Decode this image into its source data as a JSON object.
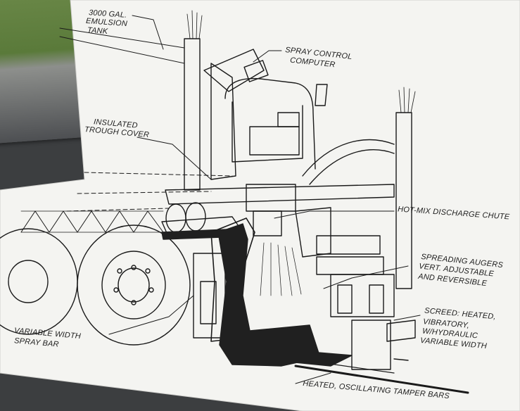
{
  "labels": {
    "emulsion_tank_1": "3000 GAL.",
    "emulsion_tank_2": "EMULSION",
    "emulsion_tank_3": "TANK",
    "spray_computer_1": "SPRAY CONTROL",
    "spray_computer_2": "COMPUTER",
    "trough_cover_1": "INSULATED",
    "trough_cover_2": "TROUGH COVER",
    "discharge_chute": "HOT-MIX DISCHARGE CHUTE",
    "augers_1": "SPREADING AUGERS",
    "augers_2": "VERT. ADJUSTABLE",
    "augers_3": "AND REVERSIBLE",
    "screed_1": "SCREED: HEATED,",
    "screed_2": "VIBRATORY,",
    "screed_3": "W/HYDRAULIC",
    "screed_4": "VARIABLE WIDTH",
    "spray_bar_1": "VARIABLE WIDTH",
    "spray_bar_2": "SPRAY BAR",
    "tamper_bars": "HEATED, OSCILLATING TAMPER BARS"
  },
  "colors": {
    "background": "#3c3e40",
    "paper": "#f4f4f1",
    "ink": "#1a1a1a",
    "asphalt": "#202020"
  }
}
